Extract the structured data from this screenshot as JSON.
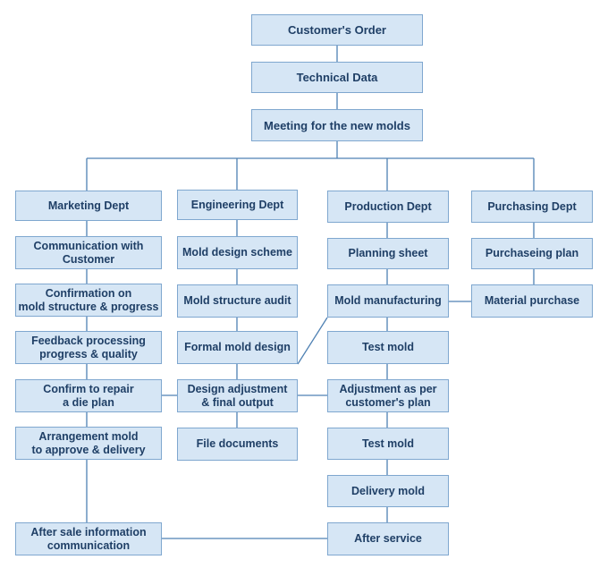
{
  "flowchart": {
    "top": [
      {
        "id": "customers_order",
        "label": "Customer's Order"
      },
      {
        "id": "technical_data",
        "label": "Technical Data"
      },
      {
        "id": "meeting",
        "label": "Meeting for the new molds"
      }
    ],
    "marketing": [
      {
        "id": "marketing_dept",
        "label": "Marketing Dept"
      },
      {
        "id": "communication",
        "label": "Communication with\nCustomer"
      },
      {
        "id": "confirmation",
        "label": "Confirmation on\nmold structure & progress"
      },
      {
        "id": "feedback",
        "label": "Feedback processing\nprogress & quality"
      },
      {
        "id": "confirm_repair",
        "label": "Confirm to repair\na die plan"
      },
      {
        "id": "arrangement",
        "label": "Arrangement mold\nto approve & delivery"
      },
      {
        "id": "after_sale",
        "label": "After sale information\ncommunication"
      }
    ],
    "engineering": [
      {
        "id": "engineering_dept",
        "label": "Engineering Dept"
      },
      {
        "id": "mold_design_scheme",
        "label": "Mold design scheme"
      },
      {
        "id": "mold_structure_audit",
        "label": "Mold structure audit"
      },
      {
        "id": "formal_mold_design",
        "label": "Formal mold design"
      },
      {
        "id": "design_adjustment",
        "label": "Design adjustment\n& final output"
      },
      {
        "id": "file_documents",
        "label": "File documents"
      }
    ],
    "production": [
      {
        "id": "production_dept",
        "label": "Production Dept"
      },
      {
        "id": "planning_sheet",
        "label": "Planning sheet"
      },
      {
        "id": "mold_manufacturing",
        "label": "Mold manufacturing"
      },
      {
        "id": "test_mold_1",
        "label": "Test mold"
      },
      {
        "id": "adjustment_plan",
        "label": "Adjustment as per\ncustomer's plan"
      },
      {
        "id": "test_mold_2",
        "label": "Test mold"
      },
      {
        "id": "delivery_mold",
        "label": "Delivery mold"
      },
      {
        "id": "after_service",
        "label": "After service"
      }
    ],
    "purchasing": [
      {
        "id": "purchasing_dept",
        "label": "Purchasing Dept"
      },
      {
        "id": "purchasing_plan",
        "label": "Purchaseing plan"
      },
      {
        "id": "material_purchase",
        "label": "Material purchase"
      }
    ]
  },
  "colors": {
    "box_fill": "#d6e6f5",
    "box_border": "#7fa7cf",
    "text": "#1f3f66",
    "line": "#4f81b3"
  }
}
